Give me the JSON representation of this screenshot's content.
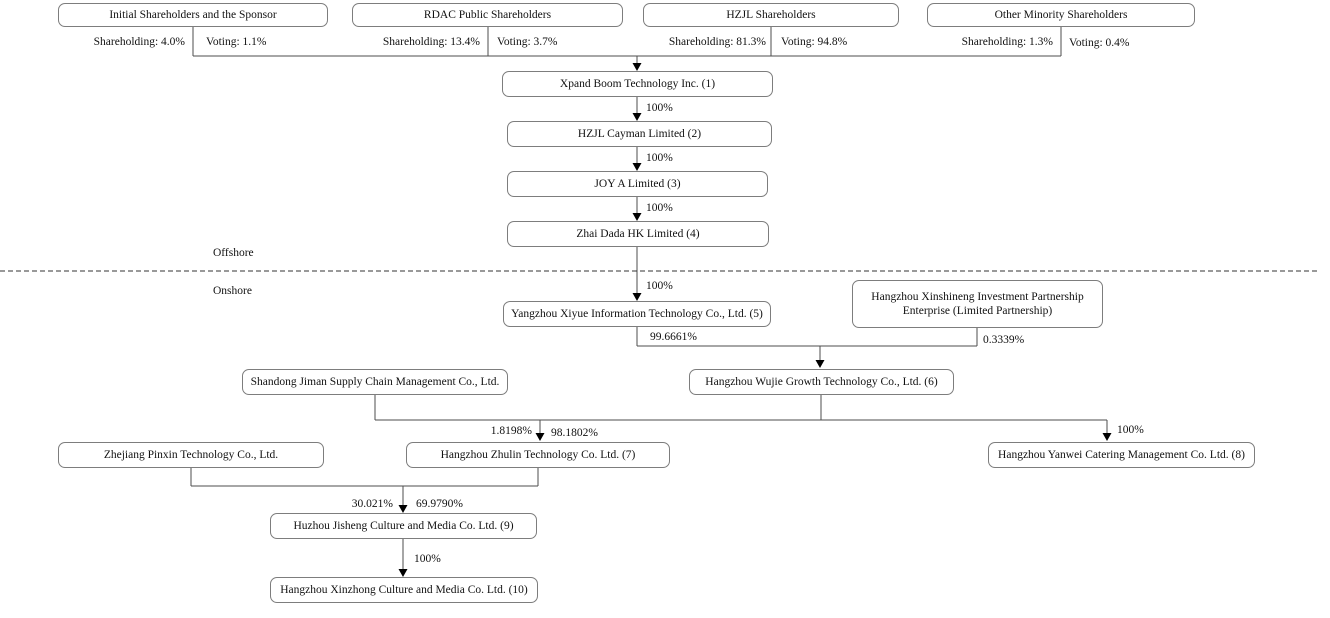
{
  "regions": {
    "offshore": "Offshore",
    "onshore": "Onshore"
  },
  "shareholders": [
    {
      "name": "Initial Shareholders and the Sponsor",
      "shareholding": "Shareholding: 4.0%",
      "voting": "Voting: 1.1%"
    },
    {
      "name": "RDAC Public Shareholders",
      "shareholding": "Shareholding: 13.4%",
      "voting": "Voting: 3.7%"
    },
    {
      "name": "HZJL Shareholders",
      "shareholding": "Shareholding: 81.3%",
      "voting": "Voting: 94.8%"
    },
    {
      "name": "Other Minority Shareholders",
      "shareholding": "Shareholding: 1.3%",
      "voting": "Voting: 0.4%"
    }
  ],
  "companies": {
    "xpand": "Xpand Boom Technology Inc. (1)",
    "hzjl_cayman": "HZJL Cayman Limited (2)",
    "joy_a": "JOY A Limited (3)",
    "zhai_dada": "Zhai Dada HK Limited (4)",
    "yangzhou_xiyue": "Yangzhou Xiyue Information Technology Co., Ltd. (5)",
    "xinshineng": "Hangzhou Xinshineng Investment Partnership Enterprise (Limited Partnership)",
    "shandong_jiman": "Shandong Jiman Supply Chain Management Co., Ltd.",
    "wujie": "Hangzhou Wujie Growth Technology Co., Ltd. (6)",
    "zhejiang_pinxin": "Zhejiang Pinxin Technology Co., Ltd.",
    "zhulin": "Hangzhou Zhulin Technology Co. Ltd. (7)",
    "yanwei": "Hangzhou Yanwei Catering Management Co. Ltd. (8)",
    "huzhou_jisheng": "Huzhou Jisheng Culture and Media Co. Ltd. (9)",
    "xinzhong": "Hangzhou Xinzhong Culture and Media Co. Ltd. (10)"
  },
  "ownership": {
    "xpand_to_cayman": "100%",
    "cayman_to_joya": "100%",
    "joya_to_zhaidada": "100%",
    "zhaidada_to_yangzhou": "100%",
    "yangzhou_to_wujie": "99.6661%",
    "xinshineng_to_wujie": "0.3339%",
    "shandong_to_zhulin": "1.8198%",
    "wujie_to_zhulin": "98.1802%",
    "wujie_to_yanwei": "100%",
    "pinxin_to_jisheng": "30.021%",
    "zhulin_to_jisheng": "69.9790%",
    "jisheng_to_xinzhong": "100%"
  },
  "colors": {
    "line": "#4d4d4d",
    "border": "#7d7d7d",
    "arrow": "#000000"
  }
}
